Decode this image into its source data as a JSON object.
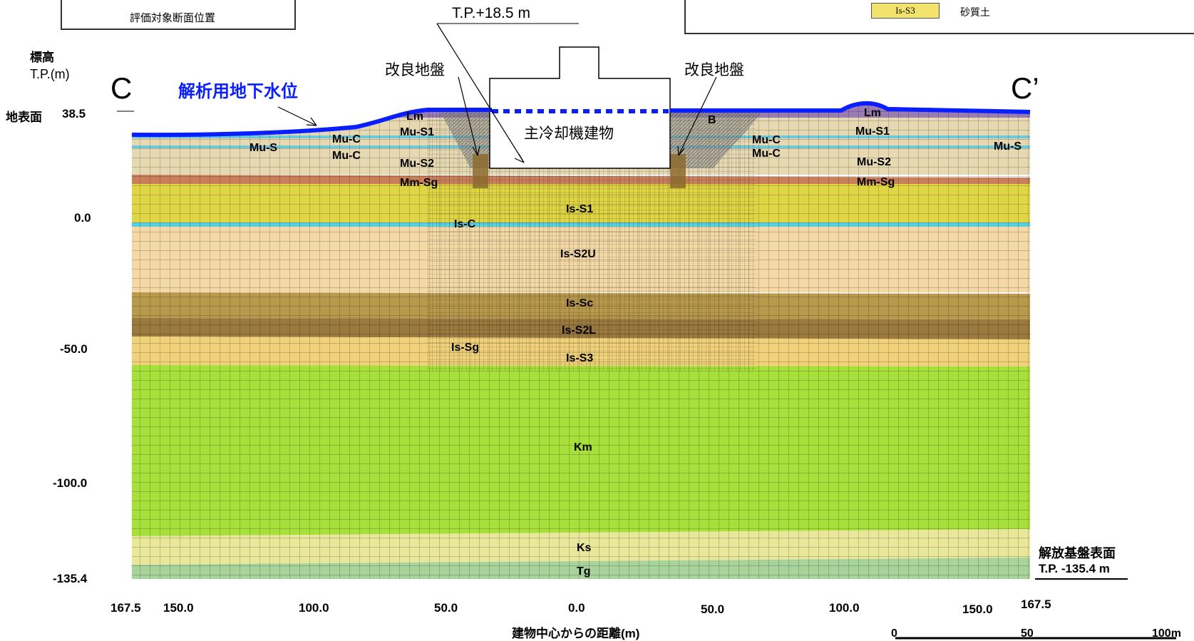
{
  "header": {
    "location_box_label": "評価対象断面位置",
    "legend_swatch_label": "Is-S3",
    "legend_desc": "砂質土",
    "tp_top_label": "T.P.+18.5 m"
  },
  "section": {
    "left_marker": "C",
    "right_marker": "C’",
    "groundwater_label": "解析用地下水位",
    "building_label": "主冷却機建物",
    "improved_ground_left": "改良地盤",
    "improved_ground_right": "改良地盤"
  },
  "y_axis": {
    "title": "標高",
    "unit": "T.P.(m)",
    "surface_label": "地表面",
    "ticks": [
      "38.5",
      "0.0",
      "-50.0",
      "-100.0",
      "-135.4"
    ]
  },
  "x_axis": {
    "title": "建物中心からの距離(m)",
    "ticks": [
      "167.5",
      "150.0",
      "100.0",
      "50.0",
      "0.0",
      "50.0",
      "100.0",
      "150.0",
      "167.5"
    ]
  },
  "base": {
    "title": "解放基盤表面",
    "value": "T.P. -135.4 m"
  },
  "scale_bar": {
    "ticks": [
      "0",
      "50",
      "100m"
    ]
  },
  "layers": {
    "Lm_l": "Lm",
    "MuS1_l": "Mu-S1",
    "MuS_l": "Mu-S",
    "MuC1_l": "Mu-C",
    "MuC2_l": "Mu-C",
    "MuS2_l": "Mu-S2",
    "MmSg_l": "Mm-Sg",
    "Lm_r": "Lm",
    "MuS1_r": "Mu-S1",
    "MuS_r": "Mu-S",
    "MuC1_r": "Mu-C",
    "MuC2_r": "Mu-C",
    "MuS2_r": "Mu-S2",
    "MmSg_r": "Mm-Sg",
    "B": "B",
    "IsS1": "Is-S1",
    "IsC": "Is-C",
    "IsS2U": "Is-S2U",
    "IsSc": "Is-Sc",
    "IsS2L": "Is-S2L",
    "IsSg": "Is-Sg",
    "IsS3": "Is-S3",
    "Km": "Km",
    "Ks": "Ks",
    "Tg": "Tg"
  },
  "colors": {
    "groundwater": "#0a1fff",
    "Lm": "#9b7bb4",
    "Mu": "#d8c8a0",
    "Mm": "#c9805a",
    "IsS1": "#dfd545",
    "IsC": "#59d0e0",
    "IsS2U": "#f4d9a6",
    "IsSc": "#b99a4c",
    "IsS2L": "#9a7a3e",
    "IsS3": "#f1d27a",
    "Km": "#a7e03a",
    "Ks": "#e8e79a",
    "Tg": "#a8d49c"
  }
}
